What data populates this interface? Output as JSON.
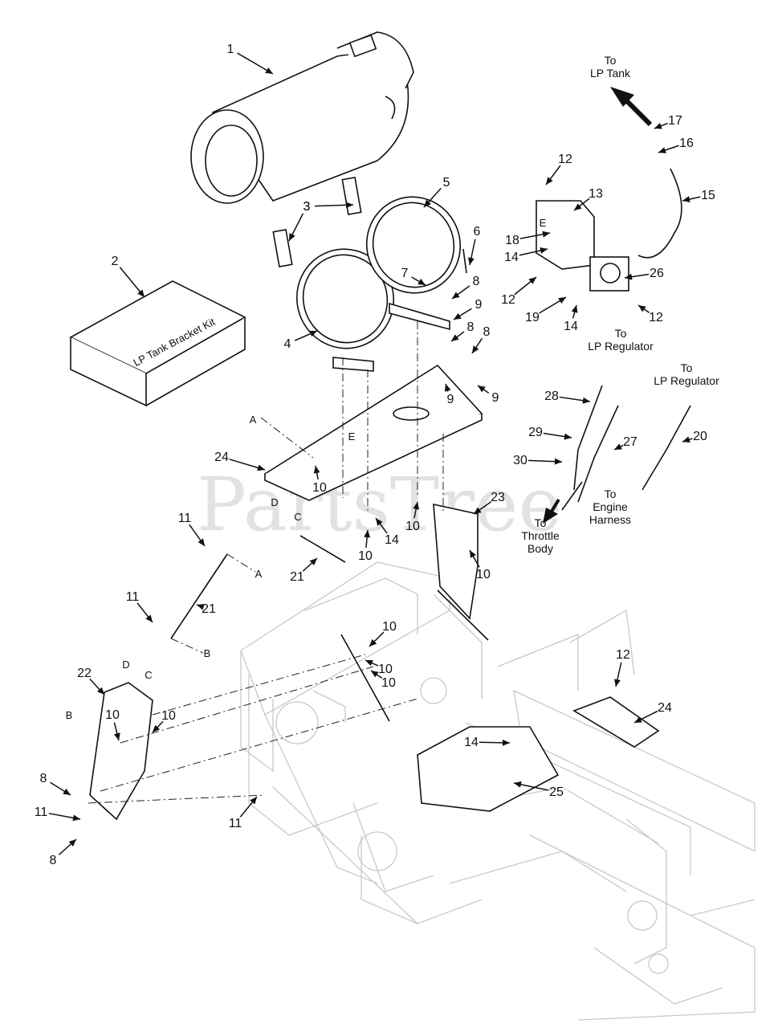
{
  "diagram": {
    "watermark": "PartsTree",
    "kit_box_label": "LP Tank Bracket Kit",
    "callouts": [
      "1",
      "2",
      "3",
      "4",
      "5",
      "6",
      "7",
      "8",
      "9",
      "10",
      "11",
      "12",
      "13",
      "14",
      "15",
      "16",
      "17",
      "18",
      "19",
      "20",
      "21",
      "22",
      "23",
      "24",
      "25",
      "26",
      "27",
      "28",
      "29",
      "30"
    ],
    "notes": {
      "to_lp_tank": [
        "To",
        "LP Tank"
      ],
      "to_lp_regulator_1": [
        "To",
        "LP Regulator"
      ],
      "to_lp_regulator_2": [
        "To",
        "LP Regulator"
      ],
      "to_engine_harness": [
        "To",
        "Engine",
        "Harness"
      ],
      "to_throttle_body": [
        "To",
        "Throttle",
        "Body"
      ]
    },
    "reference_letters": [
      "A",
      "B",
      "C",
      "D",
      "E"
    ]
  }
}
